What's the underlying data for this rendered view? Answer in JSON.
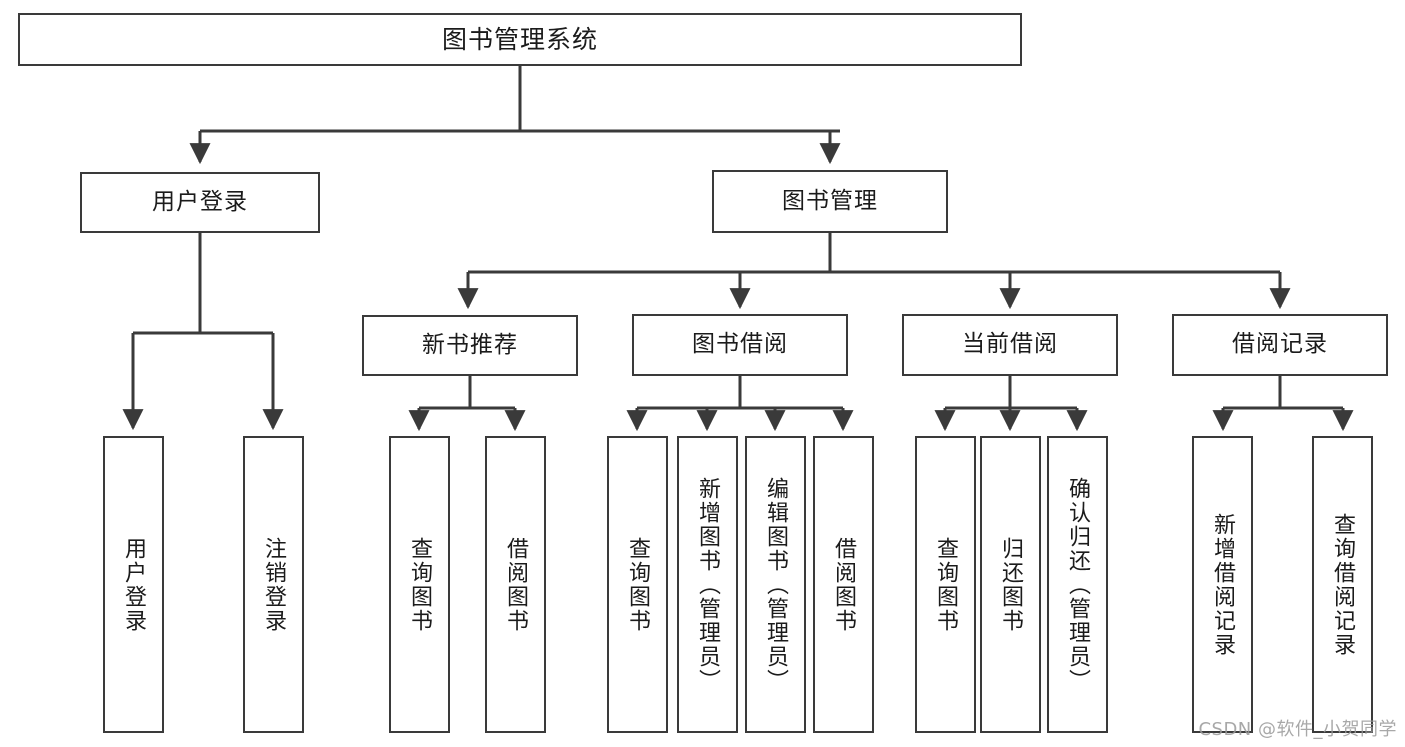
{
  "diagram": {
    "title_node": {
      "label": "图书管理系统"
    },
    "level2": [
      {
        "key": "user_login",
        "label": "用户登录"
      },
      {
        "key": "book_manage",
        "label": "图书管理"
      }
    ],
    "level3": [
      {
        "key": "new_book_rec",
        "label": "新书推荐"
      },
      {
        "key": "book_borrow",
        "label": "图书借阅"
      },
      {
        "key": "current_borrow",
        "label": "当前借阅"
      },
      {
        "key": "borrow_record",
        "label": "借阅记录"
      }
    ],
    "leaves": {
      "user_login": [
        {
          "key": "leaf-user-login",
          "label": "用户登录"
        },
        {
          "key": "leaf-logout-login",
          "label": "注销登录"
        }
      ],
      "new_book_rec": [
        {
          "key": "leaf-query-book-1",
          "label": "查询图书"
        },
        {
          "key": "leaf-borrow-book-1",
          "label": "借阅图书"
        }
      ],
      "book_borrow": [
        {
          "key": "leaf-query-book-2",
          "label": "查询图书"
        },
        {
          "key": "leaf-add-book",
          "label": "新增图书（管理员）"
        },
        {
          "key": "leaf-edit-book",
          "label": "编辑图书（管理员）"
        },
        {
          "key": "leaf-borrow-book-2",
          "label": "借阅图书"
        }
      ],
      "current_borrow": [
        {
          "key": "leaf-query-book-3",
          "label": "查询图书"
        },
        {
          "key": "leaf-return-book",
          "label": "归还图书"
        },
        {
          "key": "leaf-confirm-return",
          "label": "确认归还（管理员）"
        }
      ],
      "borrow_record": [
        {
          "key": "leaf-add-record",
          "label": "新增借阅记录"
        },
        {
          "key": "leaf-query-record",
          "label": "查询借阅记录"
        }
      ]
    },
    "watermark": "CSDN @软件_小贺同学",
    "colors": {
      "stroke": "#3a3a3a",
      "background": "#ffffff",
      "text": "#1b1b1b",
      "watermark": "#9a9a9a"
    }
  }
}
